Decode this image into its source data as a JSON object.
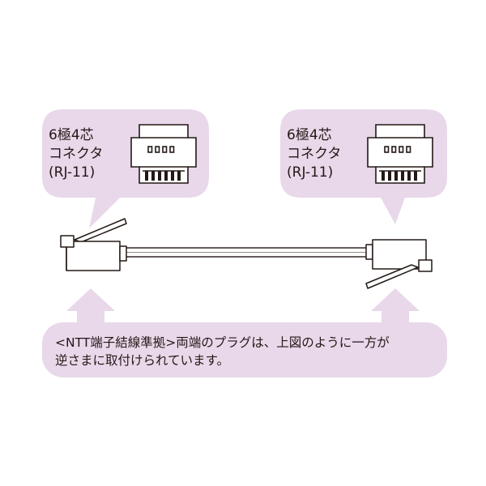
{
  "colors": {
    "bubble_fill": "#e8d8ea",
    "stroke": "#231815",
    "cable_fill": "#ffffff",
    "plug_fill": "#ffffff",
    "text": "#231815"
  },
  "left_bubble": {
    "line1": "6極4芯",
    "line2": "コネクタ",
    "line3": "(RJ-11)"
  },
  "right_bubble": {
    "line1": "6極4芯",
    "line2": "コネクタ",
    "line3": "(RJ-11)"
  },
  "note": {
    "line1": "<NTT端子結線準拠>両端のプラグは、上図のように一方が",
    "line2": "逆さまに取付けられています。"
  },
  "icons": {
    "left_jack": "rj11-jack-icon",
    "right_jack": "rj11-jack-icon",
    "left_plug": "rj11-plug-icon",
    "right_plug": "rj11-plug-icon",
    "arrows": "up-arrow-icon"
  }
}
